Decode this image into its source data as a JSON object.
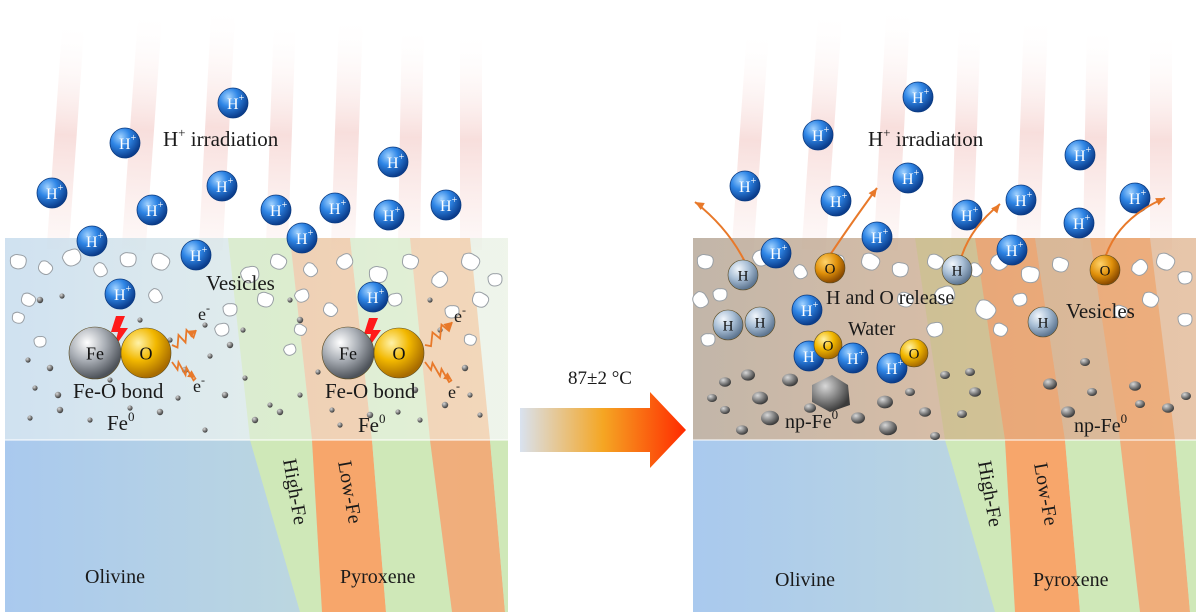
{
  "left_panel": {
    "irradiation": {
      "main": "H",
      "sup": "+",
      "rest": " irradiation"
    },
    "vesicles": "Vesicles",
    "bond": "Fe-O bond",
    "fe": "Fe",
    "o": "O",
    "fe0": {
      "main": "Fe",
      "sup": "0"
    },
    "electron": {
      "main": "e",
      "sup": "-"
    },
    "high_fe": "High-Fe",
    "low_fe": "Low-Fe",
    "olivine": "Olivine",
    "pyroxene": "Pyroxene"
  },
  "arrow": {
    "temperature": "87±2 °C",
    "colors": [
      "#d9e2ef",
      "#f5a623",
      "#ff2a00"
    ]
  },
  "right_panel": {
    "irradiation": {
      "main": "H",
      "sup": "+",
      "rest": " irradiation"
    },
    "release": "H and O release",
    "water": "Water",
    "vesicles": "Vesicles",
    "npfe": {
      "main": "np-Fe",
      "sup": "0"
    },
    "h": "H",
    "o": "O",
    "high_fe": "High-Fe",
    "low_fe": "Low-Fe",
    "olivine": "Olivine",
    "pyroxene": "Pyroxene"
  },
  "proton": {
    "main": "H",
    "sup": "+"
  },
  "colors": {
    "olivine": "#b8d3ef",
    "high_fe": "#cfe8b8",
    "low_fe": "#f7a66b",
    "proton": "#1e6fd0",
    "oxygen": "#f0b400",
    "iron": "#8a8f96",
    "arrow_orange": "#e8792a"
  }
}
